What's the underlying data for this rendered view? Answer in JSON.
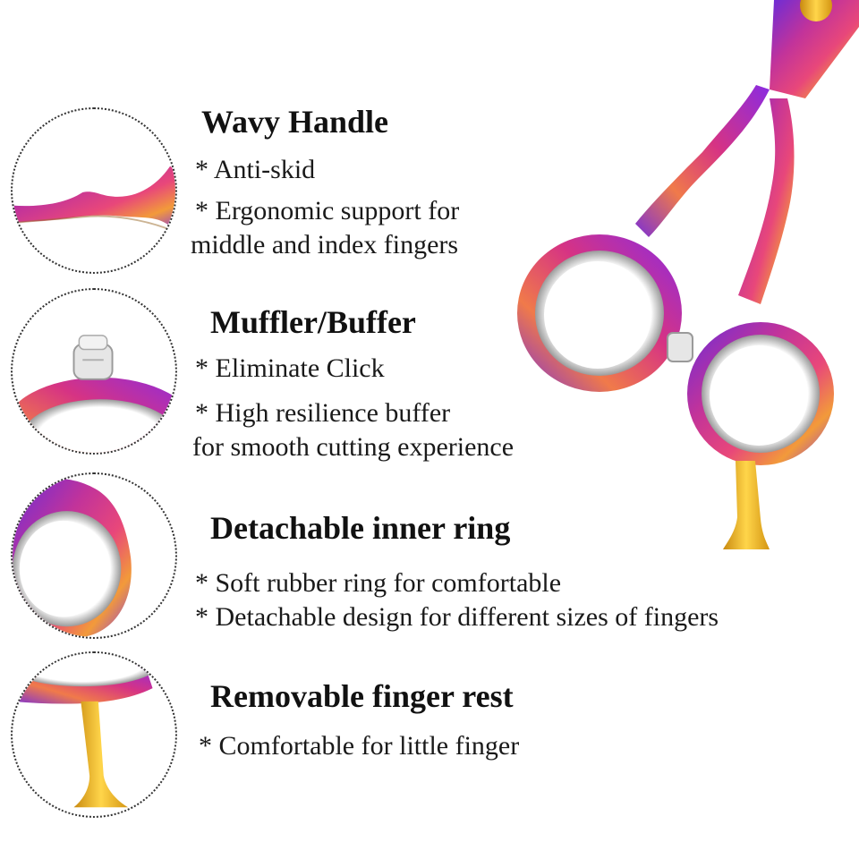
{
  "features": [
    {
      "title": "Wavy Handle",
      "lines": [
        "* Anti-skid",
        "* Ergonomic support for",
        "middle and index fingers"
      ]
    },
    {
      "title": "Muffler/Buffer",
      "lines": [
        "* Eliminate Click",
        "* High resilience buffer",
        "for smooth cutting experience"
      ]
    },
    {
      "title": "Detachable inner ring",
      "lines": [
        "* Soft rubber ring for comfortable",
        "* Detachable design for different sizes of fingers"
      ]
    },
    {
      "title": "Removable finger rest",
      "lines": [
        "* Comfortable for little finger"
      ]
    }
  ],
  "colors": {
    "rainbow_purple": "#8a2be2",
    "rainbow_magenta": "#d63384",
    "rainbow_orange": "#f5a623",
    "gold": "#f0b429",
    "ring_gray": "#c8c8c8"
  },
  "icons": [
    "wavy-handle-closeup",
    "muffler-buffer-closeup",
    "inner-ring-closeup",
    "finger-rest-closeup",
    "scissors-image"
  ]
}
